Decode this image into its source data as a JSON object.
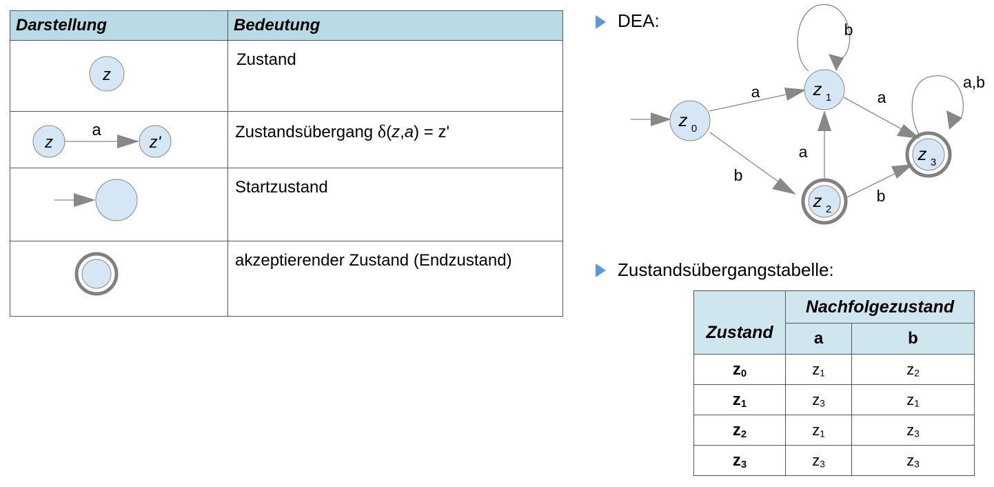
{
  "legend": {
    "headers": {
      "symbol": "Darstellung",
      "meaning": "Bedeutung"
    },
    "rows": [
      {
        "symbol_label": "z",
        "meaning": "Zustand"
      },
      {
        "from_label": "z",
        "edge_label": "a",
        "to_label": "z'",
        "meaning_prefix": "Zustandsübergang  ",
        "delta": "δ",
        "formula_z": "z",
        "formula_a": "a",
        "formula_rest": ") = z'"
      },
      {
        "meaning": "Startzustand"
      },
      {
        "meaning": "akzeptierender Zustand (Endzustand)"
      }
    ]
  },
  "dea": {
    "heading": "DEA:",
    "states": [
      {
        "label": "z",
        "sub": "0",
        "accepting": false,
        "start": true
      },
      {
        "label": "z",
        "sub": "1",
        "accepting": false,
        "start": false
      },
      {
        "label": "z",
        "sub": "2",
        "accepting": true,
        "start": false
      },
      {
        "label": "z",
        "sub": "3",
        "accepting": true,
        "start": false
      }
    ],
    "edge_labels": {
      "z0_z1": "a",
      "z0_z2": "b",
      "z1_z1": "b",
      "z1_z3": "a",
      "z2_z1": "a",
      "z2_z3": "b",
      "z3_z3": "a,b"
    }
  },
  "transition_table": {
    "heading": "Zustandsübergangstabelle:",
    "state_header": "Zustand",
    "next_header": "Nachfolgezustand",
    "symbols": [
      "a",
      "b"
    ],
    "rows": [
      {
        "state": "z",
        "state_sub": "0",
        "a": "z",
        "a_sub": "1",
        "b": "z",
        "b_sub": "2"
      },
      {
        "state": "z",
        "state_sub": "1",
        "a": "z",
        "a_sub": "3",
        "b": "z",
        "b_sub": "1"
      },
      {
        "state": "z",
        "state_sub": "2",
        "a": "z",
        "a_sub": "1",
        "b": "z",
        "b_sub": "3"
      },
      {
        "state": "z",
        "state_sub": "3",
        "a": "z",
        "a_sub": "3",
        "b": "z",
        "b_sub": "3"
      }
    ]
  },
  "colors": {
    "state_fill": "#d5e6f4",
    "header_fill": "#b9dbe6",
    "arrow": "#888888",
    "ring": "#808080",
    "bullet": "#5b9bd5"
  }
}
